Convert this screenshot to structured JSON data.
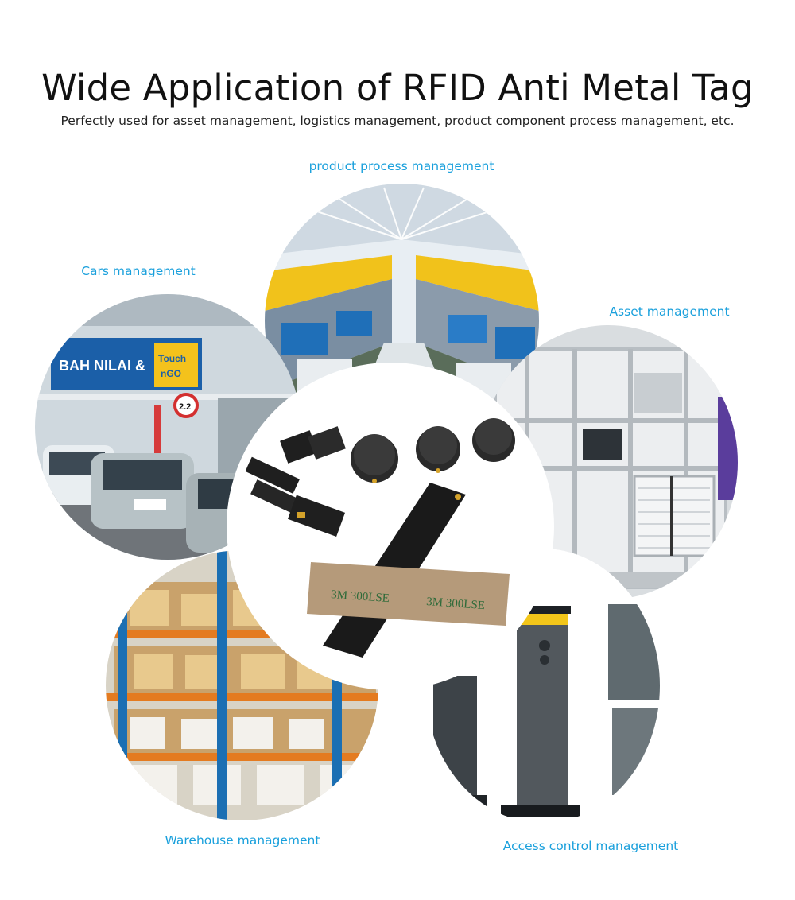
{
  "header": {
    "title": "Wide Application of RFID Anti Metal Tag",
    "subtitle": "Perfectly used for asset management, logistics management, product component process management, etc."
  },
  "applications": {
    "product_process": {
      "label": "product process management"
    },
    "cars": {
      "label": "Cars management",
      "sign_text": "BAH NILAI &",
      "badge_top": "Touch",
      "badge_bottom": "nGO",
      "speed": "2.2"
    },
    "asset": {
      "label": "Asset management"
    },
    "warehouse": {
      "label": "Warehouse management"
    },
    "access": {
      "label": "Access control management"
    }
  },
  "tags": {
    "adhesive_text": "3M 300LSE"
  },
  "colors": {
    "accent_label": "#1aa0dc",
    "title": "#111111"
  }
}
